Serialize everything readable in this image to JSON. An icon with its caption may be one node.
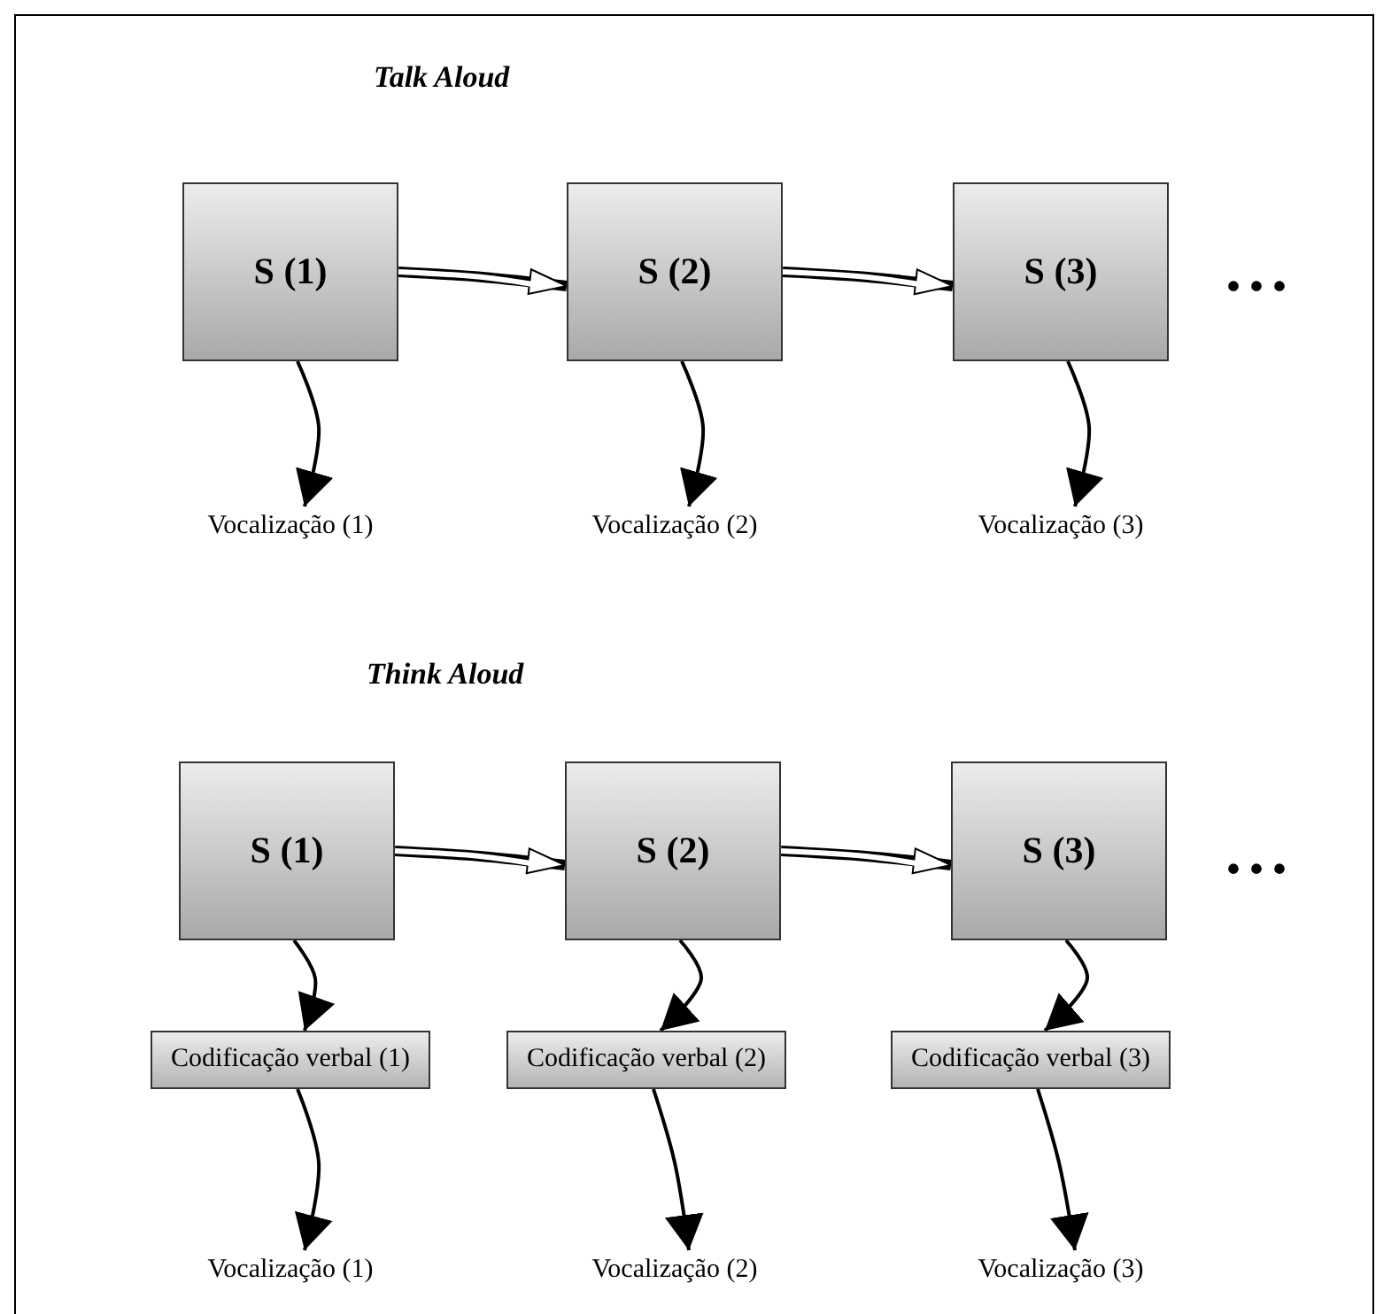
{
  "diagram": {
    "nodes": [
      {
        "text": [
          "S (1)"
        ]
      },
      {
        "text": [
          "S (2)"
        ]
      },
      {
        "text": [
          "S (3)"
        ]
      },
      {
        "text": [
          "Vocalização (1)"
        ]
      },
      {
        "text": [
          "Vocalização (2)"
        ]
      },
      {
        "text": [
          "Vocalização (3)"
        ]
      },
      {
        "text": [
          "S (1)"
        ]
      },
      {
        "text": [
          "S (2)"
        ]
      },
      {
        "text": [
          "S (3)"
        ]
      },
      {
        "text": [
          "Codificação verbal (1)"
        ]
      },
      {
        "text": [
          "Codificação verbal (2)"
        ]
      },
      {
        "text": [
          "Codificação verbal (3)"
        ]
      },
      {
        "text": [
          "Vocalização (1)"
        ]
      },
      {
        "text": [
          "Vocalização (2)"
        ]
      },
      {
        "text": [
          "Vocalização (3)"
        ]
      }
    ],
    "edges": [
      {
        "from": 0,
        "to": 1,
        "arrow": "to",
        "style": "thick"
      },
      {
        "from": 1,
        "to": 2,
        "arrow": "to",
        "style": "thick"
      },
      {
        "from": 0,
        "to": 3,
        "arrow": "to"
      },
      {
        "from": 1,
        "to": 4,
        "arrow": "to"
      },
      {
        "from": 2,
        "to": 5,
        "arrow": "to"
      },
      {
        "from": 6,
        "to": 7,
        "arrow": "to",
        "style": "thick"
      },
      {
        "from": 7,
        "to": 8,
        "arrow": "to",
        "style": "thick"
      },
      {
        "from": 6,
        "to": 9,
        "arrow": "to"
      },
      {
        "from": 7,
        "to": 10,
        "arrow": "to"
      },
      {
        "from": 8,
        "to": 11,
        "arrow": "to"
      },
      {
        "from": 9,
        "to": 12,
        "arrow": "to"
      },
      {
        "from": 10,
        "to": 13,
        "arrow": "to"
      },
      {
        "from": 11,
        "to": 14,
        "arrow": "to"
      }
    ],
    "labels": [
      "Talk Aloud",
      "...",
      "Think Aloud",
      "..."
    ]
  }
}
